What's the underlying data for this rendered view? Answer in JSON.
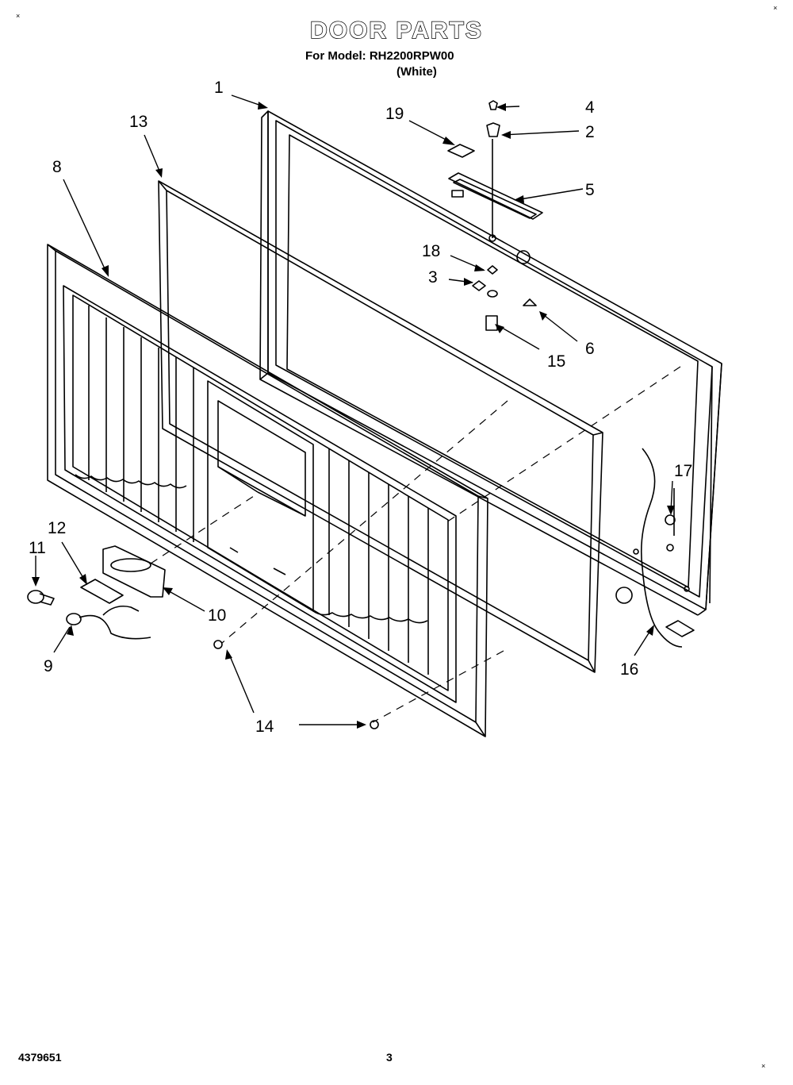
{
  "header": {
    "title": "DOOR PARTS",
    "model_line": "For Model: RH2200RPW00",
    "color_line": "(White)"
  },
  "footer": {
    "doc_number": "4379651",
    "page_number": "3"
  },
  "corner_marks": [
    "×",
    "×",
    "×"
  ],
  "callouts": [
    {
      "id": "1",
      "label": "1"
    },
    {
      "id": "2",
      "label": "2"
    },
    {
      "id": "3",
      "label": "3"
    },
    {
      "id": "4",
      "label": "4"
    },
    {
      "id": "5",
      "label": "5"
    },
    {
      "id": "6",
      "label": "6"
    },
    {
      "id": "8",
      "label": "8"
    },
    {
      "id": "9",
      "label": "9"
    },
    {
      "id": "10",
      "label": "10"
    },
    {
      "id": "11",
      "label": "11"
    },
    {
      "id": "12",
      "label": "12"
    },
    {
      "id": "13",
      "label": "13"
    },
    {
      "id": "14",
      "label": "14"
    },
    {
      "id": "15",
      "label": "15"
    },
    {
      "id": "16",
      "label": "16"
    },
    {
      "id": "17",
      "label": "17"
    },
    {
      "id": "18",
      "label": "18"
    },
    {
      "id": "19",
      "label": "19"
    }
  ]
}
